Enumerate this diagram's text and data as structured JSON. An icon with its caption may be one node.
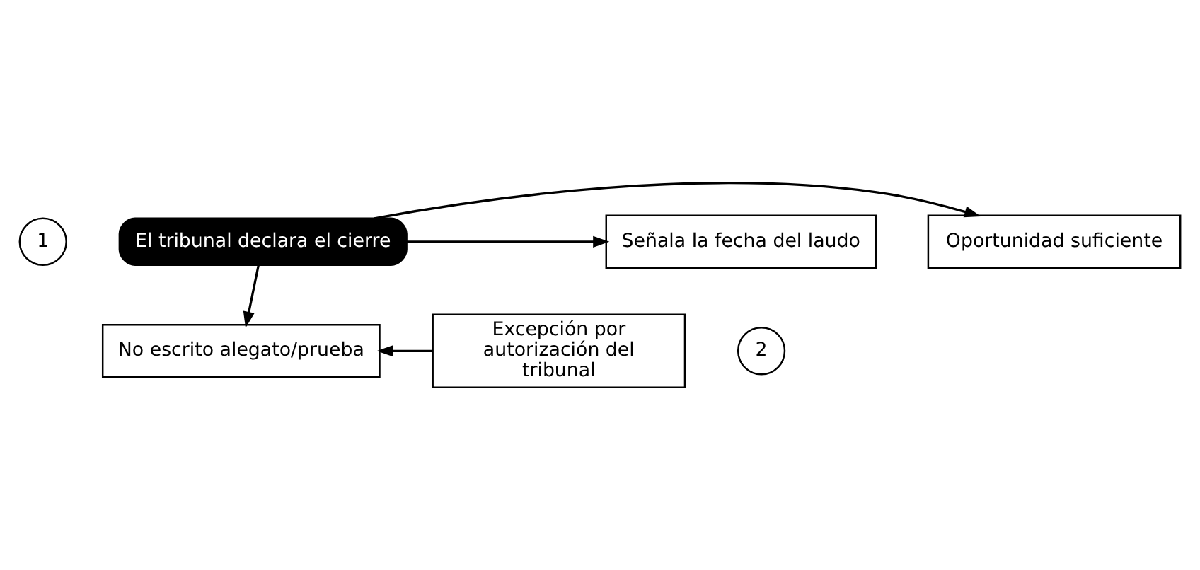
{
  "diagram": {
    "nodes": [
      {
        "text": [
          "1"
        ]
      },
      {
        "text": [
          "Oportunidad suficiente"
        ]
      },
      {
        "text": [
          "El tribunal declara el cierre"
        ]
      },
      {
        "text": [
          "Señala la fecha del laudo"
        ]
      },
      {
        "text": [
          "2"
        ]
      },
      {
        "text": [
          "No escrito alegato/prueba"
        ]
      },
      {
        "text": [
          "Excepción por autorización del tribunal"
        ]
      }
    ],
    "edges": [
      {
        "from": 2,
        "to": 1,
        "arrow": "to"
      },
      {
        "from": 2,
        "to": 3,
        "arrow": "to"
      },
      {
        "from": 2,
        "to": 5,
        "arrow": "to"
      },
      {
        "from": 6,
        "to": 5,
        "arrow": "to"
      }
    ]
  }
}
